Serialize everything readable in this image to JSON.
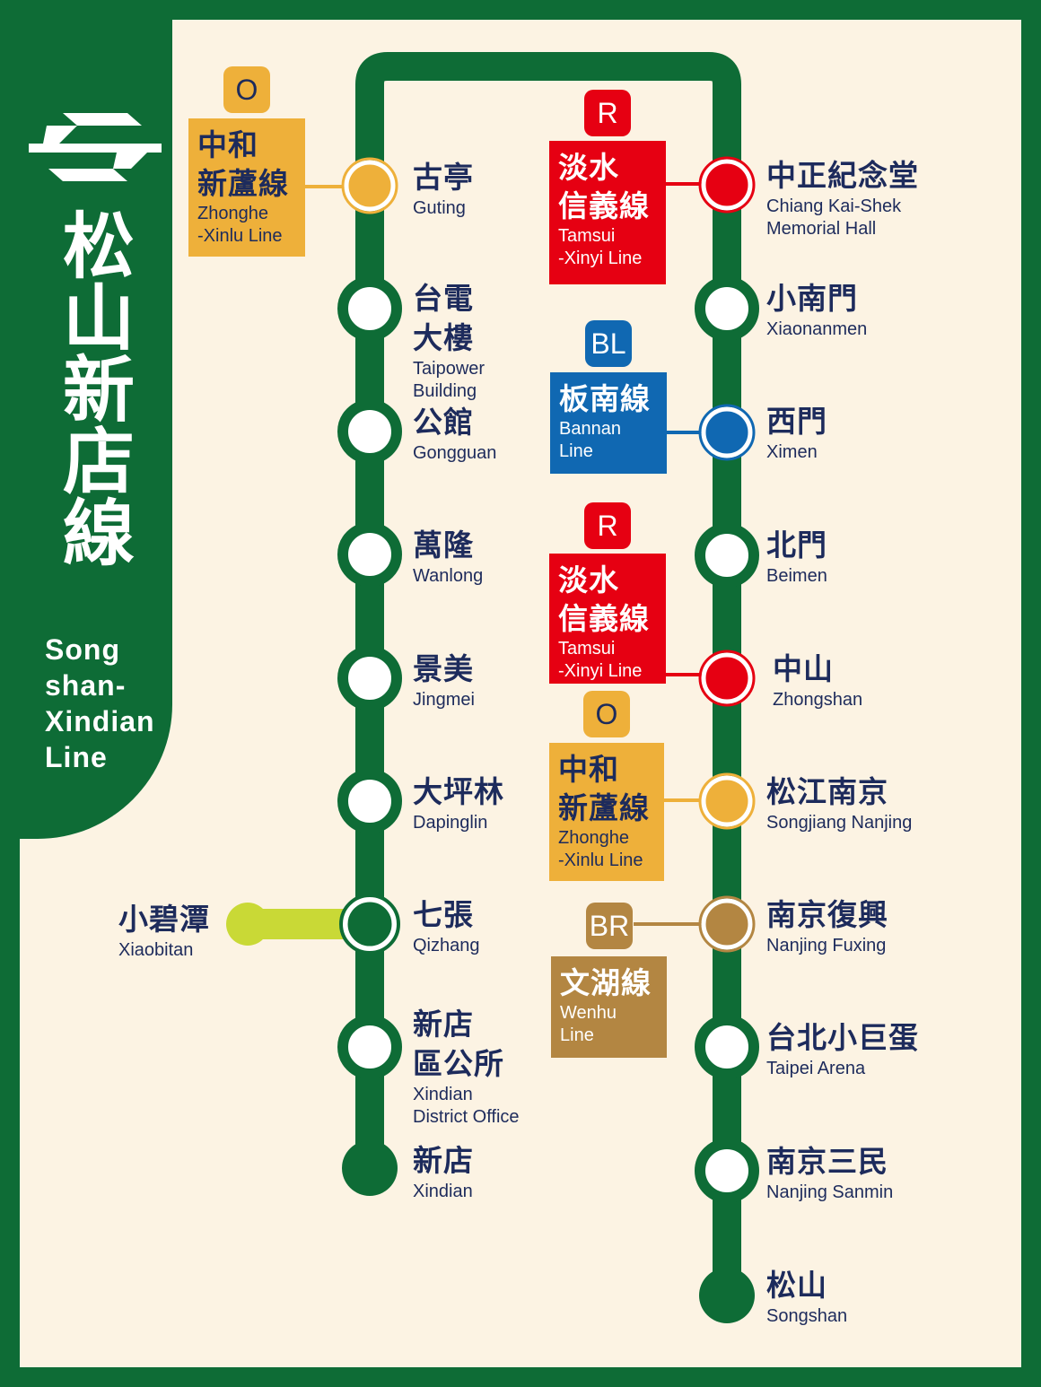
{
  "line_title": {
    "cn": "松山新店線",
    "en": "Song\nshan-\nXindian\nLine"
  },
  "colors": {
    "green": "#0e6c36",
    "orange": "#eeb03a",
    "red": "#e60012",
    "blue": "#1068b2",
    "brown": "#b38642",
    "lime": "#c9d936",
    "background": "#fcf3e3"
  },
  "logo": "taipei-metro-logo",
  "stations": [
    {
      "id": "guting",
      "cn": "古亭",
      "en": "Guting",
      "type": "orange"
    },
    {
      "id": "taipower",
      "cn": "台電\n大樓",
      "en": "Taipower\nBuilding",
      "type": "normal"
    },
    {
      "id": "gongguan",
      "cn": "公館",
      "en": "Gongguan",
      "type": "normal"
    },
    {
      "id": "wanlong",
      "cn": "萬隆",
      "en": "Wanlong",
      "type": "normal"
    },
    {
      "id": "jingmei",
      "cn": "景美",
      "en": "Jingmei",
      "type": "normal"
    },
    {
      "id": "dapinglin",
      "cn": "大坪林",
      "en": "Dapinglin",
      "type": "normal"
    },
    {
      "id": "qizhang",
      "cn": "七張",
      "en": "Qizhang",
      "type": "junction"
    },
    {
      "id": "xindian-office",
      "cn": "新店\n區公所",
      "en": "Xindian\nDistrict Office",
      "type": "normal"
    },
    {
      "id": "xindian",
      "cn": "新店",
      "en": "Xindian",
      "type": "terminal"
    },
    {
      "id": "ckshm",
      "cn": "中正紀念堂",
      "en": "Chiang Kai-Shek\nMemorial Hall",
      "type": "red"
    },
    {
      "id": "xiaonanmen",
      "cn": "小南門",
      "en": "Xiaonanmen",
      "type": "normal"
    },
    {
      "id": "ximen",
      "cn": "西門",
      "en": "Ximen",
      "type": "blue"
    },
    {
      "id": "beimen",
      "cn": "北門",
      "en": "Beimen",
      "type": "normal"
    },
    {
      "id": "zhongshan",
      "cn": "中山",
      "en": "Zhongshan",
      "type": "red"
    },
    {
      "id": "songjiang",
      "cn": "松江南京",
      "en": "Songjiang Nanjing",
      "type": "orange"
    },
    {
      "id": "nanjing-fuxing",
      "cn": "南京復興",
      "en": "Nanjing Fuxing",
      "type": "brown"
    },
    {
      "id": "taipei-arena",
      "cn": "台北小巨蛋",
      "en": "Taipei Arena",
      "type": "normal"
    },
    {
      "id": "nanjing-sanmin",
      "cn": "南京三民",
      "en": "Nanjing Sanmin",
      "type": "normal"
    },
    {
      "id": "songshan",
      "cn": "松山",
      "en": "Songshan",
      "type": "terminal"
    },
    {
      "id": "xiaobitan",
      "cn": "小碧潭",
      "en": "Xiaobitan",
      "type": "branch"
    }
  ],
  "transfers": [
    {
      "id": "orange-guting",
      "code": "O",
      "cn": "中和\n新蘆線",
      "en": "Zhonghe\n-Xinlu Line",
      "color": "orange"
    },
    {
      "id": "red-ckshm",
      "code": "R",
      "cn": "淡水\n信義線",
      "en": "Tamsui\n-Xinyi Line",
      "color": "red"
    },
    {
      "id": "blue-ximen",
      "code": "BL",
      "cn": "板南線",
      "en": "Bannan\nLine",
      "color": "blue"
    },
    {
      "id": "red-zhongshan",
      "code": "R",
      "cn": "淡水\n信義線",
      "en": "Tamsui\n-Xinyi Line",
      "color": "red"
    },
    {
      "id": "orange-songjiang",
      "code": "O",
      "cn": "中和\n新蘆線",
      "en": "Zhonghe\n-Xinlu Line",
      "color": "orange"
    },
    {
      "id": "brown-fuxing",
      "code": "BR",
      "cn": "文湖線",
      "en": "Wenhu\nLine",
      "color": "brown"
    }
  ]
}
